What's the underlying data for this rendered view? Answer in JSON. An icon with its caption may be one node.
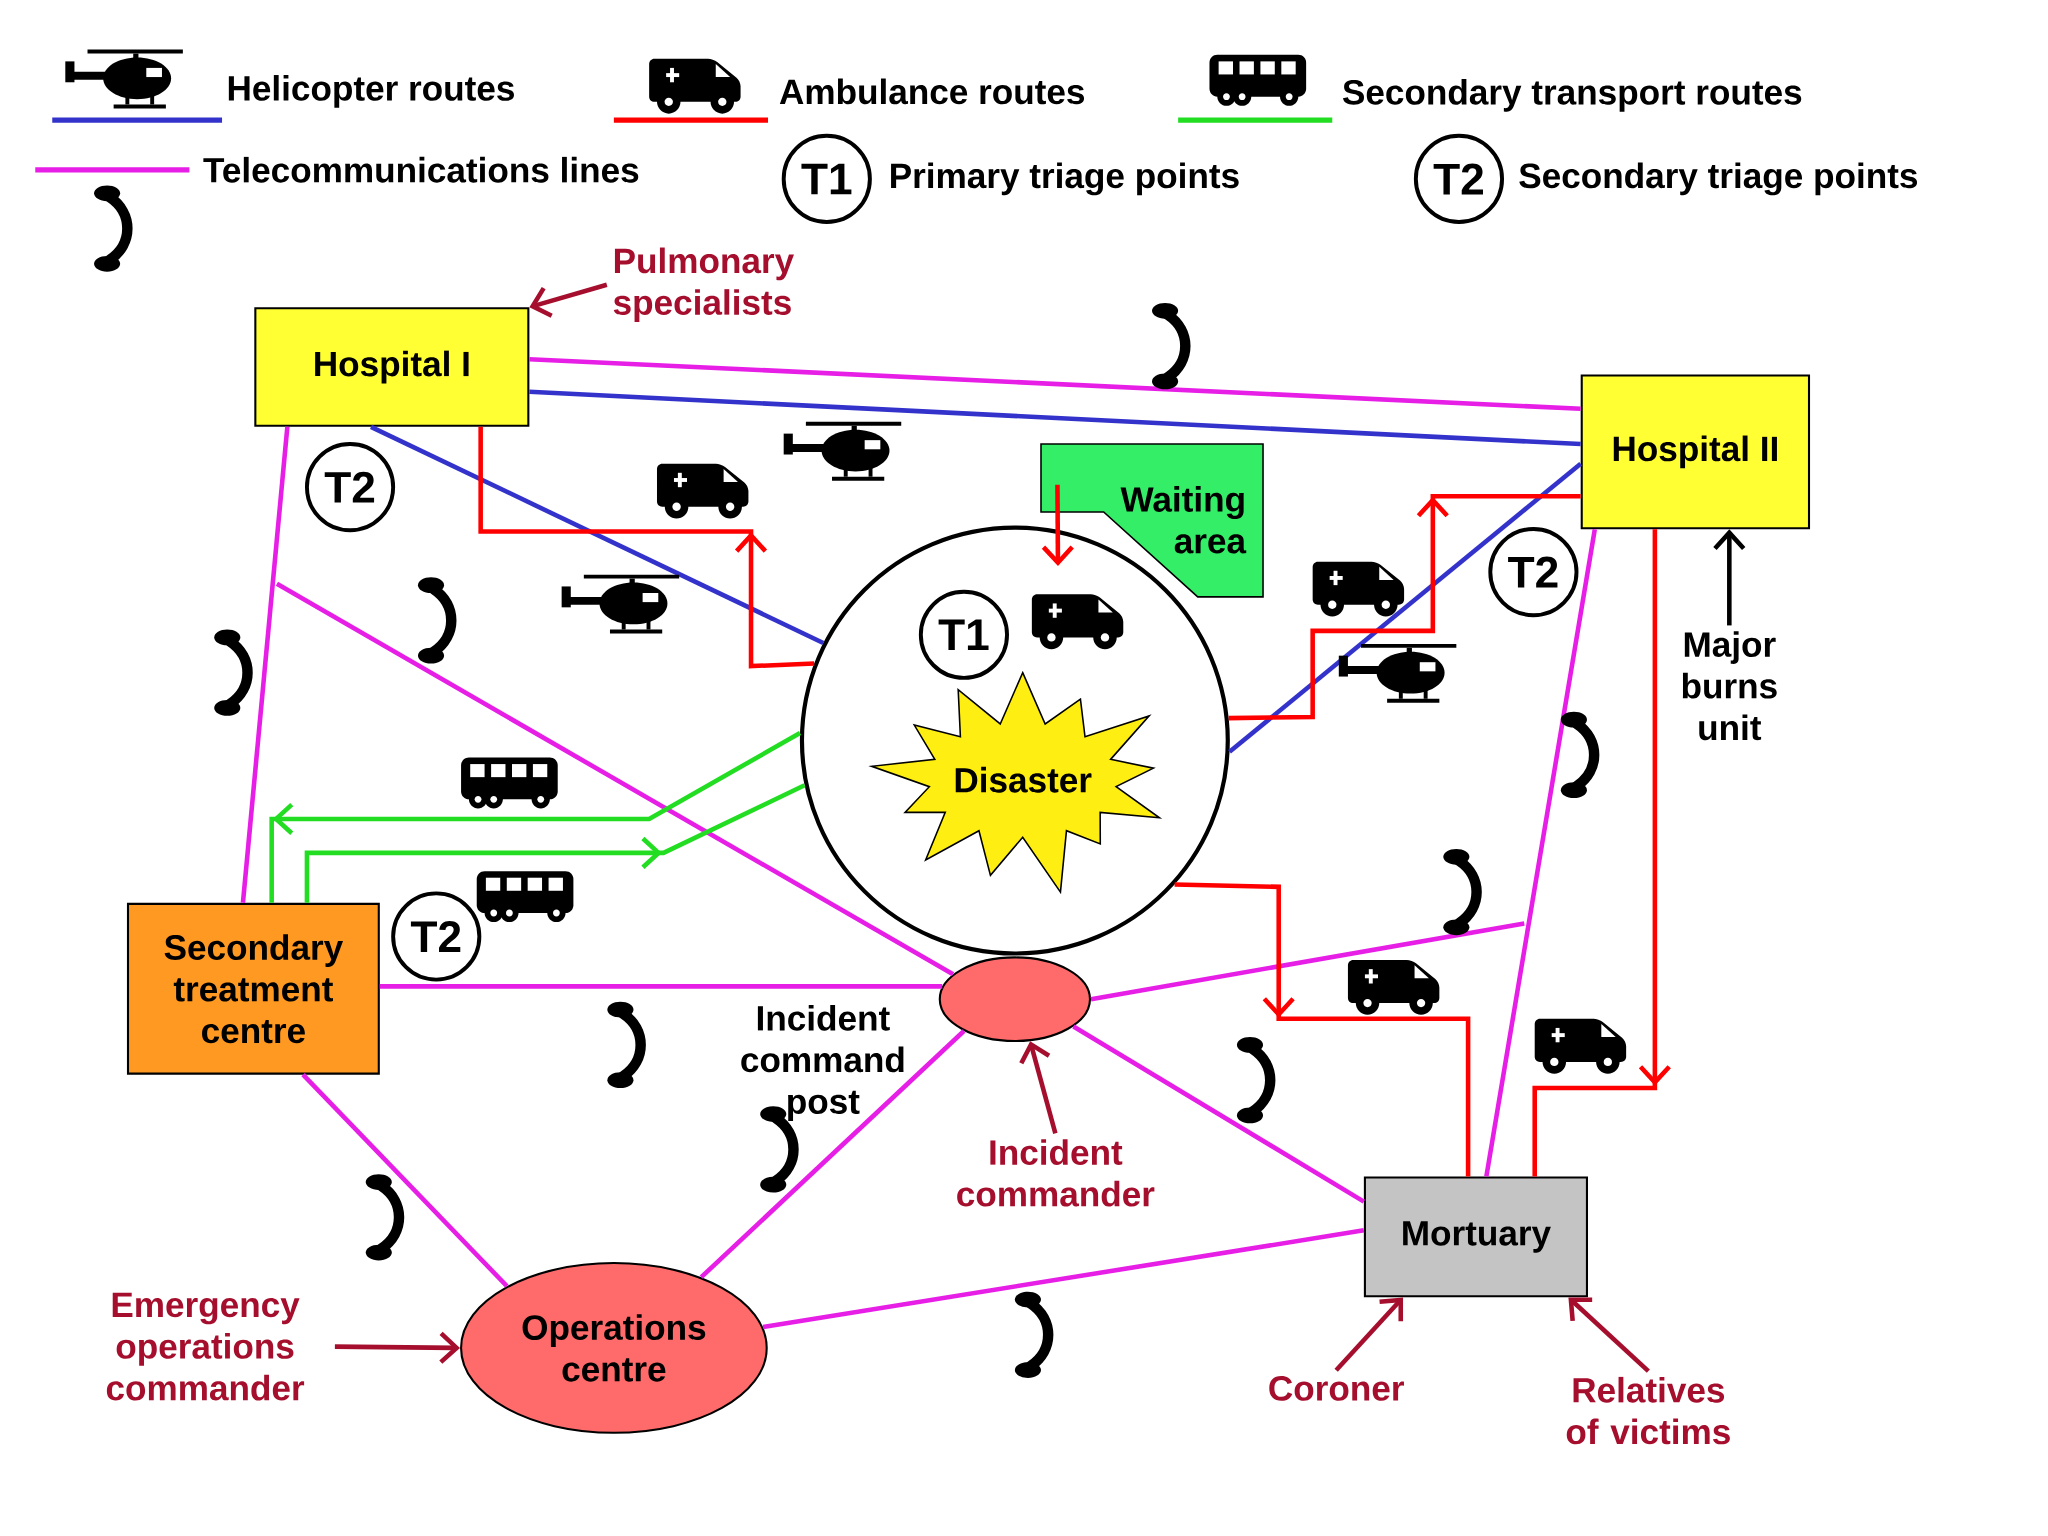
{
  "diagram": {
    "nodes": [
      {
        "text": [
          "Hospital I"
        ]
      },
      {
        "text": [
          "Hospital II"
        ]
      },
      {
        "text": [
          "Waiting area"
        ]
      },
      {
        "text": [],
        "shape": "circle"
      },
      {
        "text": [
          "T1"
        ],
        "in": 3
      },
      {
        "text": [
          "Disaster"
        ],
        "in": 3
      },
      {
        "text": [
          "Secondary treatment centre"
        ]
      },
      {
        "text": [],
        "shape": "ellipse",
        "beside": [
          "Incident command post"
        ]
      },
      {
        "text": [
          "Mortuary"
        ]
      },
      {
        "text": [
          "Operations centre"
        ]
      },
      {
        "text": [
          "T2"
        ]
      },
      {
        "text": [
          "T2"
        ]
      },
      {
        "text": [
          "T2"
        ]
      },
      {
        "text": [
          "Pulmonary specialists"
        ]
      },
      {
        "text": [
          "Major burns unit"
        ]
      },
      {
        "text": [
          "Incident commander"
        ]
      },
      {
        "text": [
          "Emergency operations commander"
        ]
      },
      {
        "text": [
          "Coroner"
        ]
      },
      {
        "text": [
          "Relatives of victims"
        ]
      }
    ],
    "edges": [
      {
        "from": 0,
        "to": 1,
        "arrow": "none"
      },
      {
        "from": 0,
        "to": 6,
        "arrow": "none"
      },
      {
        "from": null,
        "to": 7,
        "arrow": "none"
      },
      {
        "from": 6,
        "to": 7,
        "arrow": "none"
      },
      {
        "from": 6,
        "to": 9,
        "arrow": "none"
      },
      {
        "from": 9,
        "to": 7,
        "arrow": "none"
      },
      {
        "from": 9,
        "to": 8,
        "arrow": "none"
      },
      {
        "from": 7,
        "to": 8,
        "arrow": "none"
      },
      {
        "from": 7,
        "to": null,
        "arrow": "none"
      },
      {
        "from": 1,
        "to": 8,
        "arrow": "none"
      },
      {
        "from": 0,
        "to": 1,
        "arrow": "none",
        "color": "#3333cc"
      },
      {
        "from": 0,
        "to": 3,
        "arrow": "none",
        "color": "#3333cc"
      },
      {
        "from": 3,
        "to": 1,
        "arrow": "none",
        "color": "#3333cc"
      },
      {
        "from": 3,
        "to": 0,
        "arrow": "to",
        "color": "#ff0000"
      },
      {
        "from": 3,
        "to": 1,
        "arrow": "to",
        "color": "#ff0000"
      },
      {
        "from": 3,
        "to": 8,
        "arrow": "to",
        "color": "#ff0000"
      },
      {
        "from": 1,
        "to": 8,
        "arrow": "to",
        "color": "#ff0000"
      },
      {
        "from": 2,
        "to": 3,
        "arrow": "to",
        "color": "#ff0000"
      },
      {
        "from": 3,
        "to": 6,
        "arrow": "to",
        "color": "#22dd22"
      },
      {
        "from": 6,
        "to": 3,
        "arrow": "to",
        "color": "#22dd22"
      },
      {
        "from": 13,
        "to": 0,
        "arrow": "to",
        "color": "#a50f2d"
      },
      {
        "from": 14,
        "to": 1,
        "arrow": "to",
        "color": "#000000"
      },
      {
        "from": 15,
        "to": 7,
        "arrow": "to",
        "color": "#a50f2d"
      },
      {
        "from": 16,
        "to": 9,
        "arrow": "to",
        "color": "#a50f2d"
      },
      {
        "from": 17,
        "to": 8,
        "arrow": "to",
        "color": "#a50f2d"
      },
      {
        "from": 18,
        "to": 8,
        "arrow": "to",
        "color": "#a50f2d"
      }
    ],
    "labels": [
      "T1",
      "T2"
    ],
    "legend": [
      {
        "text": "Helicopter routes"
      },
      {
        "text": "Ambulance routes"
      },
      {
        "text": "Secondary transport routes"
      },
      {
        "text": "Telecommunications lines"
      },
      {
        "text": "Primary triage points"
      },
      {
        "text": "Secondary triage points"
      }
    ]
  }
}
